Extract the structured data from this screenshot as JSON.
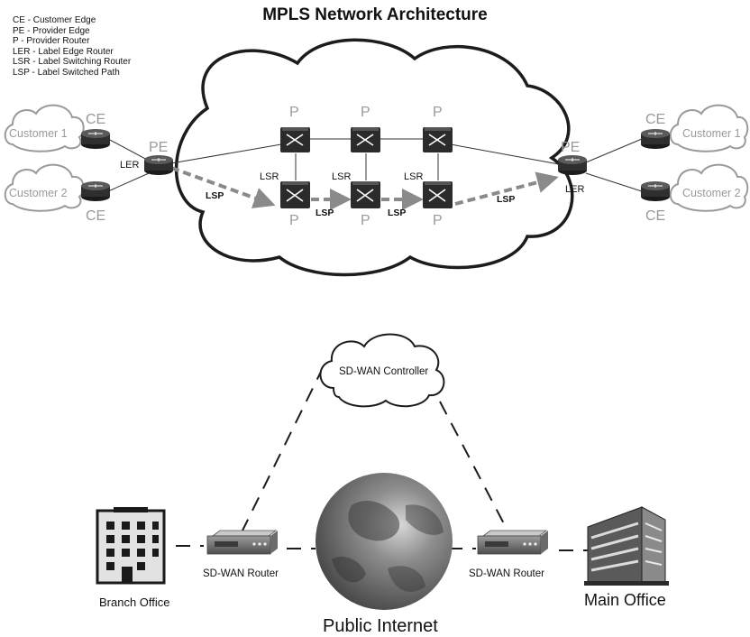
{
  "title": "MPLS Network Architecture",
  "legend": [
    "CE - Customer Edge",
    "PE - Provider Edge",
    "P - Provider Router",
    "LER - Label Edge Router",
    "LSR - Label Switching Router",
    "LSP - Label Switched Path"
  ],
  "mpls": {
    "customers": [
      "Customer 1",
      "Customer 2",
      "Customer 1",
      "Customer 2"
    ],
    "ce": "CE",
    "pe": "PE",
    "p": "P",
    "ler": "LER",
    "lsr": "LSR",
    "lsp": "LSP"
  },
  "sdwan": {
    "controller": "SD-WAN Controller",
    "router_left": "SD-WAN Router",
    "router_right": "SD-WAN Router",
    "branch": "Branch Office",
    "main": "Main Office",
    "internet": "Public Internet"
  },
  "colors": {
    "line": "#222222",
    "label_gray": "#9a9a9a",
    "router_dark": "#2b2b2b",
    "lsp_dash": "#8a8a8a"
  }
}
